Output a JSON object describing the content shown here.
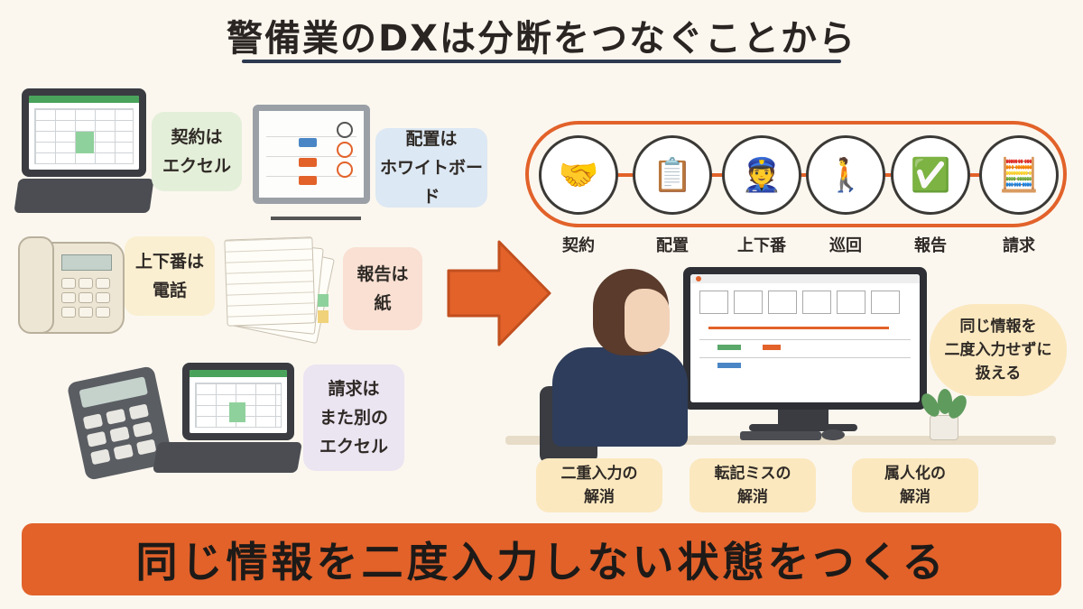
{
  "title": "警備業のDXは分断をつなぐことから",
  "left_items": [
    {
      "label": "契約は\nエクセル",
      "icon": "laptop-spreadsheet"
    },
    {
      "label": "配置は\nホワイトボード",
      "icon": "whiteboard"
    },
    {
      "label": "上下番は\n電話",
      "icon": "telephone"
    },
    {
      "label": "報告は\n紙",
      "icon": "paper-stack"
    },
    {
      "label": "請求は\nまた別の\nエクセル",
      "icon": "calculator-laptop"
    }
  ],
  "workflow": {
    "steps": [
      {
        "label": "契約",
        "icon": "handshake-document"
      },
      {
        "label": "配置",
        "icon": "planner-at-board"
      },
      {
        "label": "上下番",
        "icon": "guard-on-phone"
      },
      {
        "label": "巡回",
        "icon": "patrolling-guard"
      },
      {
        "label": "報告",
        "icon": "clipboard-checklist"
      },
      {
        "label": "請求",
        "icon": "calculator-invoice"
      }
    ]
  },
  "speech_bubble": "同じ情報を\n二度入力せずに\n扱える",
  "benefits": [
    {
      "label": "二重入力の\n解消"
    },
    {
      "label": "転記ミスの\n解消"
    },
    {
      "label": "属人化の\n解消"
    }
  ],
  "banner": "同じ情報を二度入力しない状態をつくる",
  "colors": {
    "accent": "#e2622a",
    "navy": "#2d3a4f",
    "bubble_green": "#e4efd9",
    "bubble_blue": "#dce8f3",
    "bubble_yellow": "#fbefd2",
    "bubble_peach": "#f9e0d3",
    "bubble_purple": "#ebe4f1",
    "benefit_bg": "#fbe8bf"
  }
}
